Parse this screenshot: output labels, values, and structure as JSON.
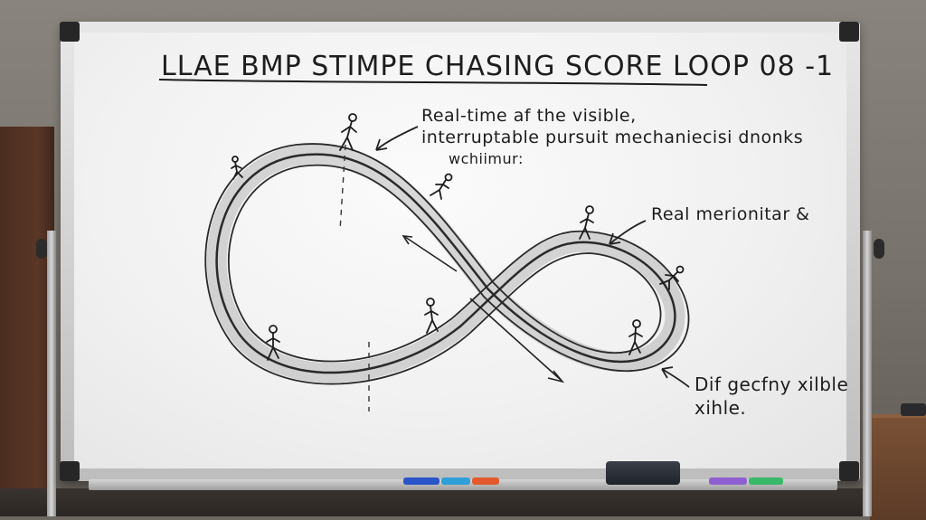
{
  "whiteboard": {
    "title": "LLAE BMP STIMPE CHASING SCORE LOOP 08 -1",
    "annotation_top": {
      "line1": "Real-time af the visible,",
      "line2": "interruptable pursuit mechaniecisi dnonks",
      "line3": "wchiimur:"
    },
    "annotation_middle": "Real merionitar &",
    "annotation_bottom": {
      "line1": "Dif gecfny xilble",
      "line2": "xihle."
    }
  },
  "colors": {
    "board": "#f1f1f1",
    "frame": "#cfcfcf",
    "ink": "#1d1d1d",
    "wall": "#7a746e",
    "door": "#54321f"
  }
}
